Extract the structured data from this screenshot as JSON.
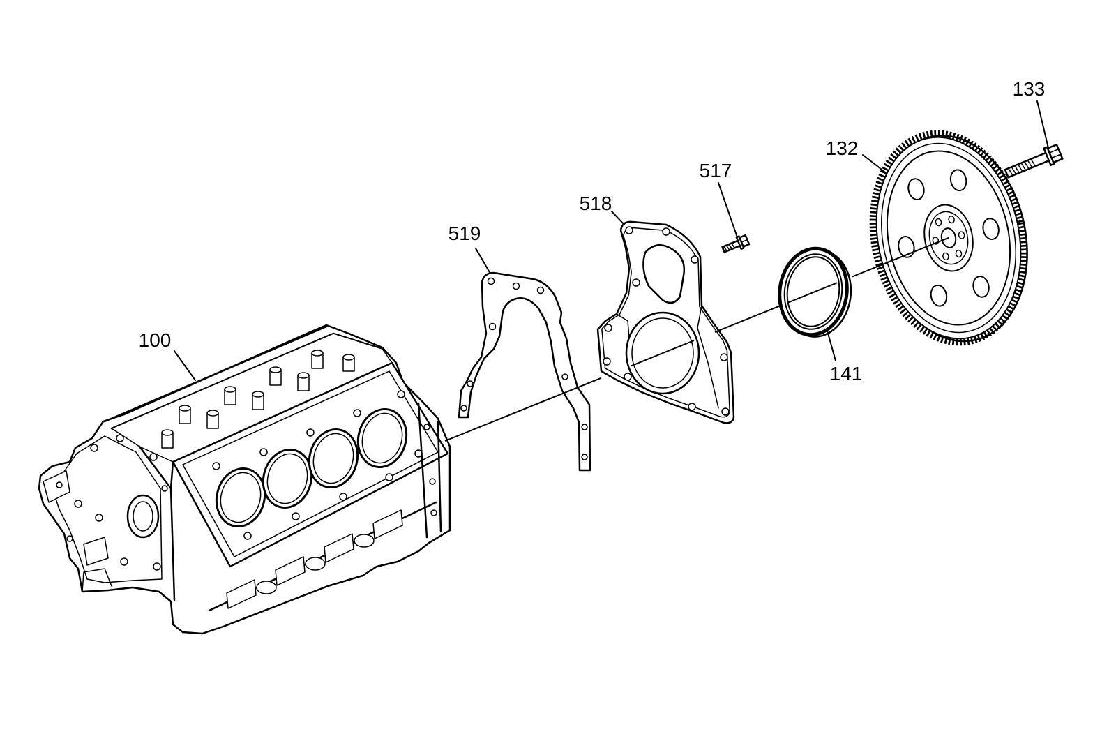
{
  "diagram": {
    "callouts": [
      {
        "label": "100"
      },
      {
        "label": "519"
      },
      {
        "label": "518"
      },
      {
        "label": "517"
      },
      {
        "label": "141"
      },
      {
        "label": "132"
      },
      {
        "label": "133"
      }
    ]
  },
  "colors": {
    "line": "#000000",
    "background": "#ffffff"
  }
}
